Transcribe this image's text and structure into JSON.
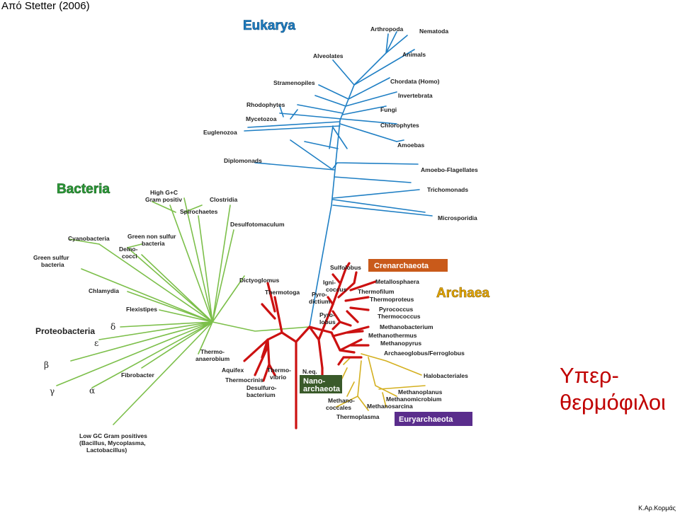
{
  "slide": {
    "source": "Από Stetter (2006)",
    "footer": "Κ.Αρ.Κορμάς",
    "hyper_line1": "Υπερ-",
    "hyper_line2": "θερμόφιλοι"
  },
  "colors": {
    "eukarya": "#1f7fc4",
    "bacteria": "#2e9e3a",
    "bacteria_lines": "#7cbf4a",
    "archaea": "#c8a000",
    "hyperthermophile": "#cc1111",
    "crenarchaeota_box": "#c95a1a",
    "euryarchaeota_box": "#5a2d8c",
    "nanoarchaeota_box": "#3a5a2a",
    "label_text": "#222222",
    "eury_text": "#5a2d8c",
    "cren_text": "#c95a1a"
  },
  "domains": {
    "eukarya": "Eukarya",
    "bacteria": "Bacteria",
    "archaea": "Archaea"
  },
  "phyla": {
    "crenarchaeota": "Crenarchaeota",
    "euryarchaeota": "Euryarchaeota",
    "nanoarchaeota_1": "Nano-",
    "nanoarchaeota_2": "archaeota"
  },
  "eukarya_taxa": {
    "arthropoda": "Arthropoda",
    "nematoda": "Nematoda",
    "alveolates": "Alveolates",
    "animals": "Animals",
    "stramenopiles": "Stramenopiles",
    "chordata": "Chordata (Homo)",
    "invertebrata": "Invertebrata",
    "rhodophytes": "Rhodophytes",
    "fungi": "Fungi",
    "mycetozoa": "Mycetozoa",
    "chlorophytes": "Chlorophytes",
    "euglenozoa": "Euglenozoa",
    "amoebas": "Amoebas",
    "diplomonads": "Diplomonads",
    "amoebo_flagellates": "Amoebo-Flagellates",
    "trichomonads": "Trichomonads",
    "microsporidia": "Microsporidia"
  },
  "bacteria_taxa": {
    "high_gc_1": "High G+C",
    "high_gc_2": "Gram positiv",
    "clostridia": "Clostridia",
    "spirochaetes": "Spirochaetes",
    "desulfotomaculum": "Desulfotomaculum",
    "cyanobacteria": "Cyanobacteria",
    "green_non_sulfur_1": "Green non sulfur",
    "green_non_sulfur_2": "bacteria",
    "deinococci_1": "Deino-",
    "deinococci_2": "cocci",
    "green_sulfur_1": "Green sulfur",
    "green_sulfur_2": "bacteria",
    "dictyoglomus": "Dictyoglomus",
    "chlamydia": "Chlamydia",
    "thermotoga": "Thermotoga",
    "flexistipes": "Flexistipes",
    "proteobacteria": "Proteobacteria",
    "delta": "δ",
    "epsilon": "ε",
    "beta": "β",
    "gamma": "γ",
    "alpha": "α",
    "thermoanaerobium_1": "Thermo-",
    "thermoanaerobium_2": "anaerobium",
    "fibrobacter": "Fibrobacter",
    "aquifex": "Aquifex",
    "thermocrinis": "Thermocrinis",
    "thermovibrio_1": "Thermo-",
    "thermovibrio_2": "vibrio",
    "desulfurobacterium_1": "Desulfuro-",
    "desulfurobacterium_2": "bacterium",
    "low_gc_1": "Low GC Gram positives",
    "low_gc_2": "(Bacillus, Mycoplasma,",
    "low_gc_3": "Lactobacillus)"
  },
  "archaea_taxa": {
    "sulfolobus": "Sulfolobus",
    "ignicoccus_1": "Igni-",
    "ignicoccus_2": "coccus",
    "metallosphaera": "Metallosphaera",
    "pyrodictium_1": "Pyro-",
    "pyrodictium_2": "dictium",
    "thermofilum": "Thermofilum",
    "thermoproteus": "Thermoproteus",
    "pyrococcus": "Pyrococcus",
    "thermococcus": "Thermococcus",
    "pyrolobus_1": "Pyro-",
    "pyrolobus_2": "lobus",
    "methanobacterium": "Methanobacterium",
    "methanothermus": "Methanothermus",
    "methanopyrus": "Methanopyrus",
    "archaeoglobus": "Archaeoglobus/Ferroglobus",
    "halobacteriales": "Halobacteriales",
    "n_eq": "N.eq.",
    "methanoplanus": "Methanoplanus",
    "methanomicrobium": "Methanomicrobium",
    "methanococcales_1": "Methano-",
    "methanococcales_2": "coccales",
    "methanosarcina": "Methanosarcina",
    "thermoplasma": "Thermoplasma"
  }
}
